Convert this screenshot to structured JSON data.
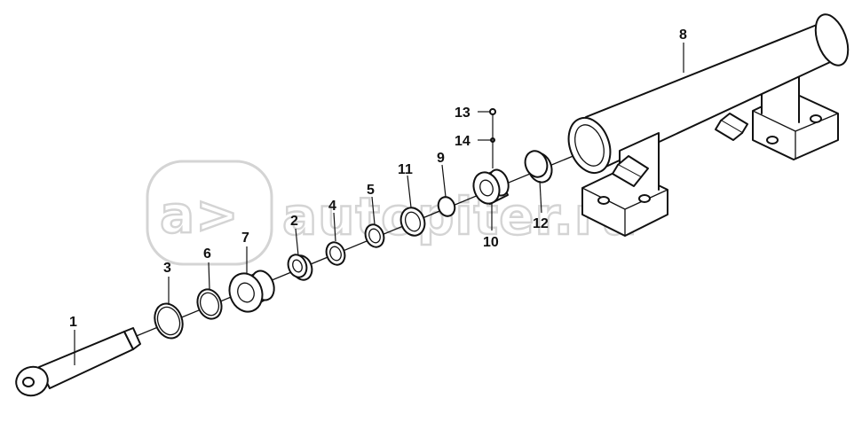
{
  "watermark": {
    "logo_text": "a>",
    "site_text": "autopiter.ru"
  },
  "callouts": [
    {
      "id": "1",
      "label": "1"
    },
    {
      "id": "2",
      "label": "2"
    },
    {
      "id": "3",
      "label": "3"
    },
    {
      "id": "4",
      "label": "4"
    },
    {
      "id": "5",
      "label": "5"
    },
    {
      "id": "6",
      "label": "6"
    },
    {
      "id": "7",
      "label": "7"
    },
    {
      "id": "8",
      "label": "8"
    },
    {
      "id": "9",
      "label": "9"
    },
    {
      "id": "10",
      "label": "10"
    },
    {
      "id": "11",
      "label": "11"
    },
    {
      "id": "12",
      "label": "12"
    },
    {
      "id": "13",
      "label": "13"
    },
    {
      "id": "14",
      "label": "14"
    }
  ]
}
